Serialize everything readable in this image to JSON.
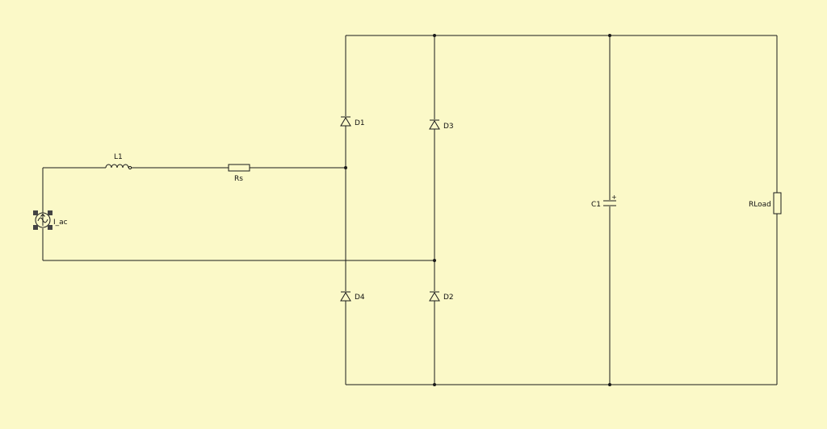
{
  "background_color": "#fbf9c8",
  "wire_color": "#1a1a1a",
  "components": {
    "source": {
      "label": "I_ac",
      "icon": "ac-current-source-icon",
      "selected": true
    },
    "inductor": {
      "label": "L1",
      "icon": "inductor-icon"
    },
    "resistor_series": {
      "label": "Rs",
      "icon": "resistor-icon"
    },
    "diode_1": {
      "label": "D1",
      "icon": "diode-icon"
    },
    "diode_2": {
      "label": "D2",
      "icon": "diode-icon"
    },
    "diode_3": {
      "label": "D3",
      "icon": "diode-icon"
    },
    "diode_4": {
      "label": "D4",
      "icon": "diode-icon"
    },
    "capacitor": {
      "label": "C1",
      "polarity_mark": "+",
      "icon": "polarized-capacitor-icon"
    },
    "resistor_load": {
      "label": "RLoad",
      "icon": "resistor-icon"
    }
  }
}
